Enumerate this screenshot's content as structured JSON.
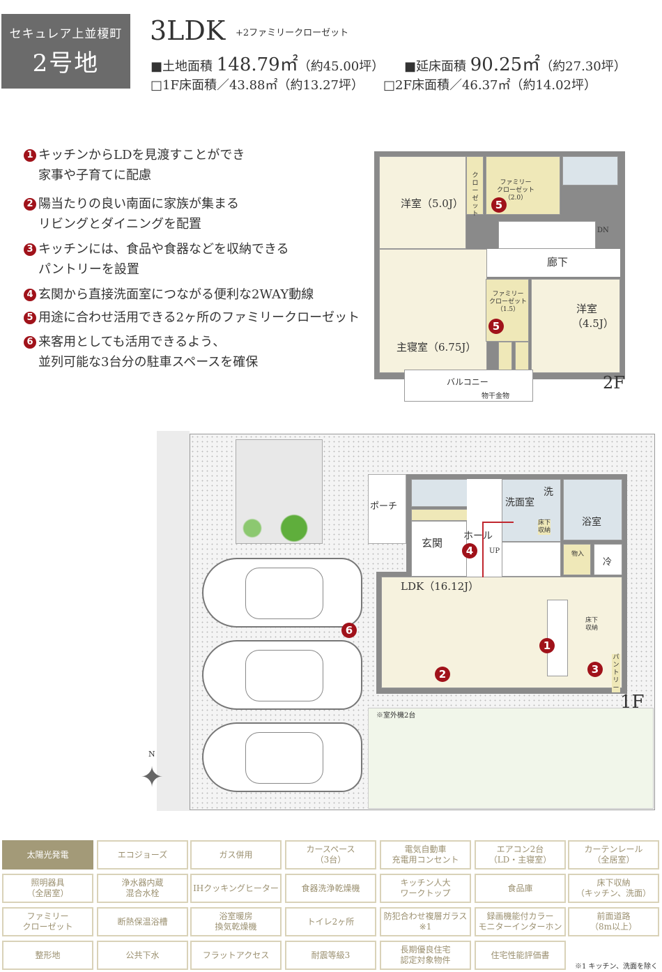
{
  "header": {
    "site_name": "セキュレア上並榎町",
    "lot": "2号地",
    "layout": "3LDK",
    "layout_note": "+2ファミリークローゼット",
    "land_label": "■土地面積",
    "land_value": "148.79㎡",
    "land_tsubo": "（約45.00坪）",
    "floor_label": "■延床面積",
    "floor_value": "90.25㎡",
    "floor_tsubo": "（約27.30坪）",
    "f1": "□1F床面積／43.88㎡（約13.27坪）",
    "f2": "□2F床面積／46.37㎡（約14.02坪）"
  },
  "features": [
    {
      "n": "1",
      "lines": [
        "キッチンからLDを見渡すことができ",
        "家事や子育てに配慮"
      ]
    },
    {
      "n": "2",
      "lines": [
        "陽当たりの良い南面に家族が集まる",
        "リビングとダイニングを配置"
      ]
    },
    {
      "n": "3",
      "lines": [
        "キッチンには、食品や食器などを収納できる",
        "パントリーを設置"
      ]
    },
    {
      "n": "4",
      "lines": [
        "玄関から直接洗面室につながる便利な2WAY動線"
      ]
    },
    {
      "n": "5",
      "lines": [
        "用途に合わせ活用できる2ヶ所のファミリークローゼット"
      ]
    },
    {
      "n": "6",
      "lines": [
        "来客用としても活用できるよう、",
        "並列可能な3台分の駐車スペースを確保"
      ]
    }
  ],
  "plan2f": {
    "floor": "2F",
    "room_a": "洋室（5.0J）",
    "closet": "クローゼット",
    "fam_closet_a": "ファミリー\nクローゼット\n（2.0）",
    "dn": "DN",
    "hall": "廊下",
    "fam_closet_b": "ファミリー\nクローゼット\n（1.5）",
    "room_b": "洋室",
    "room_b_size": "（4.5J）",
    "master": "主寝室（6.75J）",
    "balcony": "バルコニー",
    "drying": "物干金物",
    "markers": [
      "5",
      "5"
    ]
  },
  "plan1f": {
    "floor": "1F",
    "porch": "ポーチ",
    "entrance": "玄関",
    "hall": "ホール",
    "up": "UP",
    "wash": "洗面室",
    "washer": "洗",
    "underfloor": "床下\n収納",
    "bath": "浴室",
    "storage": "物入",
    "fridge": "冷",
    "ldk": "LDK（16.12J）",
    "kitchen_underfloor": "床下\n収納",
    "pantry": "パントリー",
    "ac_note": "※室外機2台",
    "north": "N",
    "markers": [
      "1",
      "2",
      "3",
      "4",
      "6"
    ]
  },
  "equipment": [
    {
      "label": "太陽光発電",
      "highlight": true
    },
    {
      "label": "エコジョーズ"
    },
    {
      "label": "ガス併用"
    },
    {
      "label": "カースペース\n（3台）"
    },
    {
      "label": "電気自動車\n充電用コンセント"
    },
    {
      "label": "エアコン2台\n（LD・主寝室）"
    },
    {
      "label": "カーテンレール\n（全居室）"
    },
    {
      "label": "照明器具\n（全居室）"
    },
    {
      "label": "浄水器内蔵\n混合水栓"
    },
    {
      "label": "IHクッキングヒーター"
    },
    {
      "label": "食器洗浄乾燥機"
    },
    {
      "label": "キッチン人大\nワークトップ"
    },
    {
      "label": "食品庫"
    },
    {
      "label": "床下収納\n（キッチン、洗面）"
    },
    {
      "label": "ファミリー\nクローゼット"
    },
    {
      "label": "断熱保温浴槽"
    },
    {
      "label": "浴室暖房\n換気乾燥機"
    },
    {
      "label": "トイレ2ヶ所"
    },
    {
      "label": "防犯合わせ複層ガラス\n※1"
    },
    {
      "label": "録画機能付カラー\nモニターインターホン"
    },
    {
      "label": "前面道路\n（8m以上）"
    },
    {
      "label": "整形地"
    },
    {
      "label": "公共下水"
    },
    {
      "label": "フラットアクセス"
    },
    {
      "label": "耐震等級3"
    },
    {
      "label": "長期優良住宅\n認定対象物件"
    },
    {
      "label": "住宅性能評価書"
    }
  ],
  "footnote": "※1 キッチン、洗面を除く",
  "colors": {
    "badge": "#6b6b6b",
    "marker": "#a0121a",
    "highlight": "#a39a78"
  }
}
